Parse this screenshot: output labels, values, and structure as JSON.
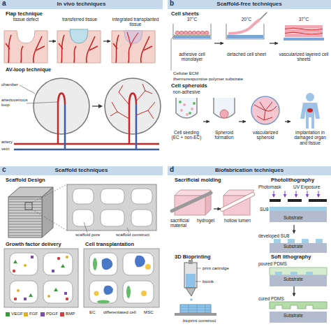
{
  "diagram": {
    "nodes": [
      {
        "text": [
          "a",
          "In vivo techniques"
        ]
      },
      {
        "text": [
          "tissue defect"
        ]
      },
      {
        "text": [
          "transferred tissue"
        ]
      },
      {
        "text": [
          "integrated transplanted tissue"
        ]
      },
      {
        "text": [
          "b",
          "Scaffold-free techniques"
        ]
      },
      {
        "text": [
          "37°C",
          "adhesive cell monolayer"
        ]
      },
      {
        "text": [
          "20°C",
          "detached cell sheet"
        ]
      },
      {
        "text": [
          "37°C",
          "vascularized layered cell sheets"
        ]
      },
      {
        "text": [
          "non-adhesive",
          "Cell seeding (EC + non-EC)"
        ]
      },
      {
        "text": [
          "Spheroid formation"
        ]
      },
      {
        "text": [
          "vascularized spheroid"
        ]
      },
      {
        "text": [
          "implantation in damaged organ and tissue"
        ]
      },
      {
        "text": [
          "c",
          "Scaffold techniques"
        ]
      },
      {
        "text": [
          "d",
          "Biofabrication techniques"
        ]
      },
      {
        "text": [
          "sacrificial material",
          "hydrogel"
        ]
      },
      {
        "text": [
          "hollow lumen"
        ]
      },
      {
        "text": [
          "Photomask",
          "UV Exposure",
          "SU8",
          "Substrate"
        ]
      },
      {
        "text": [
          "developed SU8",
          "Substrate"
        ]
      },
      {
        "text": [
          "poured PDMS",
          "Substrate"
        ]
      },
      {
        "text": [
          "cured PDMS",
          "Substrate"
        ]
      }
    ],
    "edges": [
      {
        "from": 1,
        "to": 2,
        "arrow": "to"
      },
      {
        "from": 2,
        "to": 3,
        "arrow": "to"
      },
      {
        "from": 5,
        "to": 6,
        "arrow": "to"
      },
      {
        "from": 6,
        "to": 7,
        "arrow": "to"
      },
      {
        "from": 8,
        "to": 9,
        "arrow": "to"
      },
      {
        "from": 9,
        "to": 10,
        "arrow": "to"
      },
      {
        "from": 10,
        "to": 11,
        "arrow": "to"
      },
      {
        "from": 14,
        "to": 15,
        "arrow": "to"
      },
      {
        "from": 16,
        "to": 17,
        "arrow": "to"
      },
      {
        "from": 18,
        "to": 19,
        "arrow": "to"
      }
    ],
    "labels": [
      "Flap technique",
      "AV-loop technique",
      "chamber",
      "arteriovenous loop",
      "artery",
      "vein",
      "Cell sheets",
      "Cellular ECM",
      "thermoresponsive polymer substrate",
      "Cell spheroids",
      "Scaffold Design",
      "scaffold pore",
      "scaffold construct",
      "Growth factor delivery",
      "Cell transplantation",
      "EC",
      "differentiated cell",
      "MSC",
      "Sacrificial molding",
      "Photolithography",
      "3D Bioprinting",
      "Soft lithography",
      "print cartridge",
      "bioink",
      "bioprint construct"
    ],
    "legend": [
      {
        "text": "VEGF",
        "color": "#3a9a3a"
      },
      {
        "text": "FGF",
        "color": "#e0b020"
      },
      {
        "text": "PDGF",
        "color": "#7a4fb0"
      },
      {
        "text": "BMP",
        "color": "#d04040"
      }
    ]
  }
}
